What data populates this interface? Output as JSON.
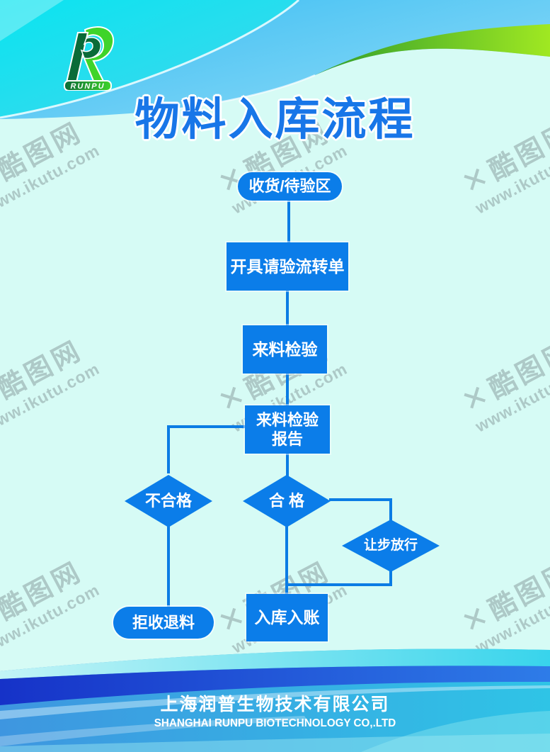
{
  "logo": {
    "brand": "RUNPU",
    "colors": {
      "dark_green": "#0a6b38",
      "bright_green": "#3fd42a"
    }
  },
  "title": "物料入库流程",
  "watermark": {
    "x_glyph": "✕",
    "mark": "酷图网",
    "url": "www.ikutu.com"
  },
  "flowchart": {
    "node_fill": "#0b7de9",
    "connector_color": "#0b7ce4",
    "nodes": [
      {
        "id": "receiving",
        "shape": "pill",
        "label": "收货/待验区"
      },
      {
        "id": "ticket",
        "shape": "rect",
        "label": "开具请验流转单"
      },
      {
        "id": "inspect",
        "shape": "rect",
        "label": "来料检验"
      },
      {
        "id": "report",
        "shape": "rect",
        "label": "来料检验",
        "label2": "报告"
      },
      {
        "id": "fail",
        "shape": "diamond",
        "label": "不合格"
      },
      {
        "id": "pass",
        "shape": "diamond",
        "label": "合 格"
      },
      {
        "id": "concession",
        "shape": "diamond",
        "label": "让步放行"
      },
      {
        "id": "reject",
        "shape": "pill",
        "label": "拒收退料"
      },
      {
        "id": "stock",
        "shape": "rect",
        "label": "入库入账"
      }
    ]
  },
  "footer": {
    "company_cn": "上海润普生物技术有限公司",
    "company_en": "SHANGHAI RUNPU BIOTECHNOLOGY CO,.LTD"
  },
  "colors": {
    "background": "#d6fbf5",
    "title_blue": "#1876e8",
    "top_cyan": "#0ae4f0",
    "top_sky": "#38bdf2",
    "green_band": "#2f9c2b",
    "green_band_light": "#a0e822",
    "ribbon_blue": "#1632c8",
    "footer_blue": "#3e96e0",
    "footer_cyan": "#2fc4e6"
  }
}
